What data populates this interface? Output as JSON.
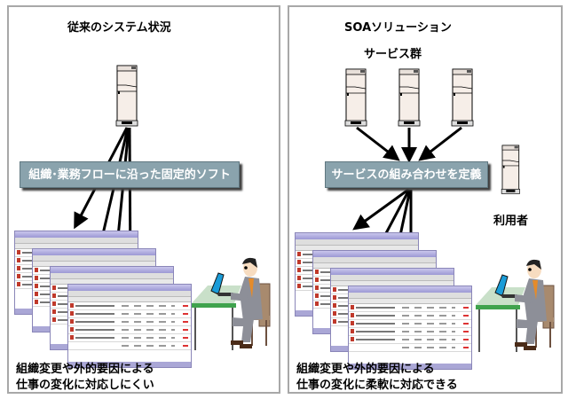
{
  "left_panel": {
    "title": "従来のシステム状況",
    "banner": "組織･業務フローに沿った固定的ソフト",
    "caption_line1": "組織変更や外的要因による",
    "caption_line2": "仕事の変化に対応しにくい",
    "server_count": 1,
    "window_count": 4
  },
  "right_panel": {
    "title": "SOAソリューション",
    "services_label": "サービス群",
    "banner": "サービスの組み合わせを定義",
    "user_label": "利用者",
    "caption_line1": "組織変更や外的要因による",
    "caption_line2": "仕事の変化に柔軟に対応できる",
    "server_count": 3,
    "window_count": 4
  },
  "colors": {
    "banner_fill": "#8aa3ad",
    "panel_border": "#a8a8a8",
    "window_titlebar": "#9c98d4",
    "server_body": "#f6eee8",
    "desk_top": "#c9e0c9",
    "desk_edge": "#3fa34d"
  }
}
